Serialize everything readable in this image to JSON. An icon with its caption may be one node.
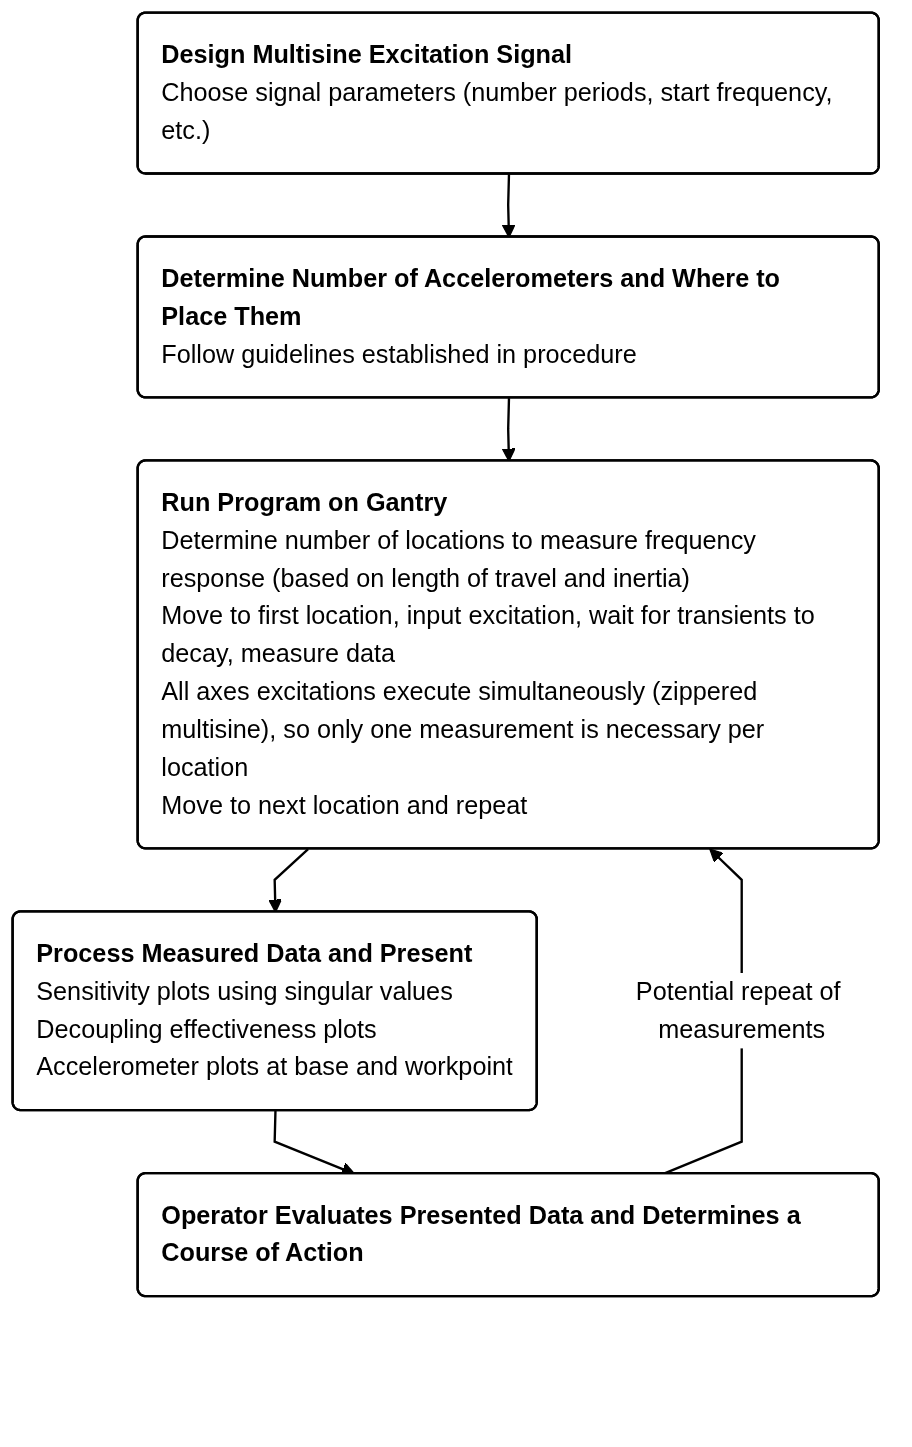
{
  "diagram": {
    "nodes": [
      {
        "text": [
          "Design Multisine Excitation Signal",
          "Choose signal parameters (number periods, start frequency, etc.)"
        ]
      },
      {
        "text": [
          "Determine Number of Accelerometers and Where to Place Them",
          "Follow guidelines established in procedure"
        ]
      },
      {
        "text": [
          "Run Program on Gantry",
          "Determine number of locations to measure frequency response (based on length of travel and inertia)",
          "Move to first location, input excitation, wait for transients to decay, measure data",
          "All axes excitations execute simultaneously (zippered multisine), so only one measurement is necessary per location",
          "Move to next location and repeat"
        ]
      },
      {
        "text": [
          "Process Measured Data and Present",
          "Sensitivity plots using singular values",
          "Decoupling effectiveness plots",
          "Accelerometer plots at base and workpoint"
        ]
      },
      {
        "text": [
          "Operator Evaluates Presented Data and Determines a Course of Action"
        ]
      }
    ],
    "edges": [
      {
        "from": 0,
        "to": 1,
        "arrow": "to"
      },
      {
        "from": 1,
        "to": 2,
        "arrow": "to"
      },
      {
        "from": 2,
        "to": 3,
        "arrow": "to"
      },
      {
        "from": 3,
        "to": 4,
        "arrow": "to"
      },
      {
        "from": 4,
        "to": 2,
        "arrow": "to",
        "label": "Potential repeat of measurements"
      }
    ]
  }
}
